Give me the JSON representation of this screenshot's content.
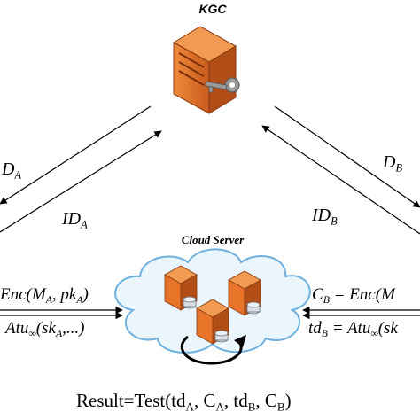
{
  "kgc": {
    "title": "KGC"
  },
  "cloud": {
    "title": "Cloud Server"
  },
  "left_labels": {
    "upper_main": "D",
    "upper_sub": "A",
    "lower_main": "ID",
    "lower_sub": "A"
  },
  "right_labels": {
    "upper_main": "D",
    "upper_sub": "B",
    "lower_main": "ID",
    "lower_sub": "B"
  },
  "left_ops": {
    "enc_prefix": "Enc(M",
    "enc_sub": "A",
    "enc_mid": ", pk",
    "enc_sub2": "A",
    "enc_suffix": ")",
    "atu_prefix": "Atu",
    "atu_sub": "∞",
    "atu_mid": "(sk",
    "atu_sub2": "A",
    "atu_suffix": ",...)"
  },
  "right_ops": {
    "c_main": "C",
    "c_sub": "B",
    "c_rest": " = Enc(M",
    "td_main": "td",
    "td_sub": "B",
    "td_rest": " = Atu",
    "td_sub2": "∞",
    "td_end": "(sk"
  },
  "result": {
    "prefix": "Result=Test(td",
    "s1": "A",
    "p2": ", C",
    "s2": "A",
    "p3": ", td",
    "s3": "B",
    "p4": ", C",
    "s4": "B",
    "suffix": ")"
  },
  "colors": {
    "server": "#e8742a",
    "server_dark": "#b9531a",
    "cloud_fill": "#e9f4fb",
    "cloud_stroke": "#7ab8e2",
    "key": "#8a8a8a"
  }
}
